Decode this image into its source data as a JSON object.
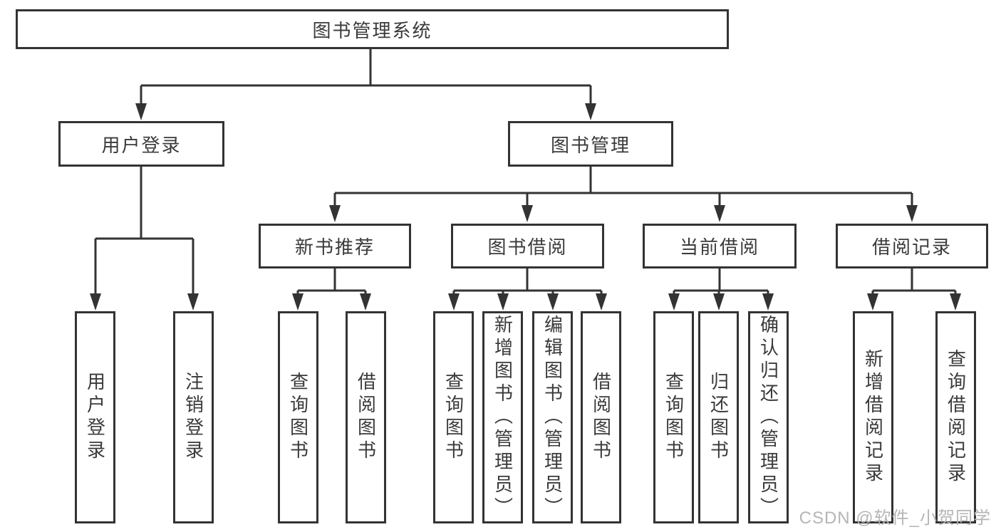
{
  "diagram": {
    "root": {
      "label": "图书管理系统"
    },
    "branches": [
      {
        "label": "用户登录",
        "leaves": [
          {
            "label": "用户登录"
          },
          {
            "label": "注销登录"
          }
        ]
      },
      {
        "label": "图书管理",
        "groups": [
          {
            "label": "新书推荐",
            "leaves": [
              {
                "label": "查询图书"
              },
              {
                "label": "借阅图书"
              }
            ]
          },
          {
            "label": "图书借阅",
            "leaves": [
              {
                "label": "查询图书"
              },
              {
                "label": "新增图书（管理员）"
              },
              {
                "label": "编辑图书（管理员）"
              },
              {
                "label": "借阅图书"
              }
            ]
          },
          {
            "label": "当前借阅",
            "leaves": [
              {
                "label": "查询图书"
              },
              {
                "label": "归还图书"
              },
              {
                "label": "确认归还（管理员）"
              }
            ]
          },
          {
            "label": "借阅记录",
            "leaves": [
              {
                "label": "新增借阅记录"
              },
              {
                "label": "查询借阅记录"
              }
            ]
          }
        ]
      }
    ]
  },
  "watermark": {
    "text": "CSDN @软件_小贺同学"
  },
  "colors": {
    "box_border": "#333333",
    "line": "#333333",
    "text": "#3a3a3a",
    "watermark": "#b5b5b5",
    "background": "#ffffff"
  }
}
